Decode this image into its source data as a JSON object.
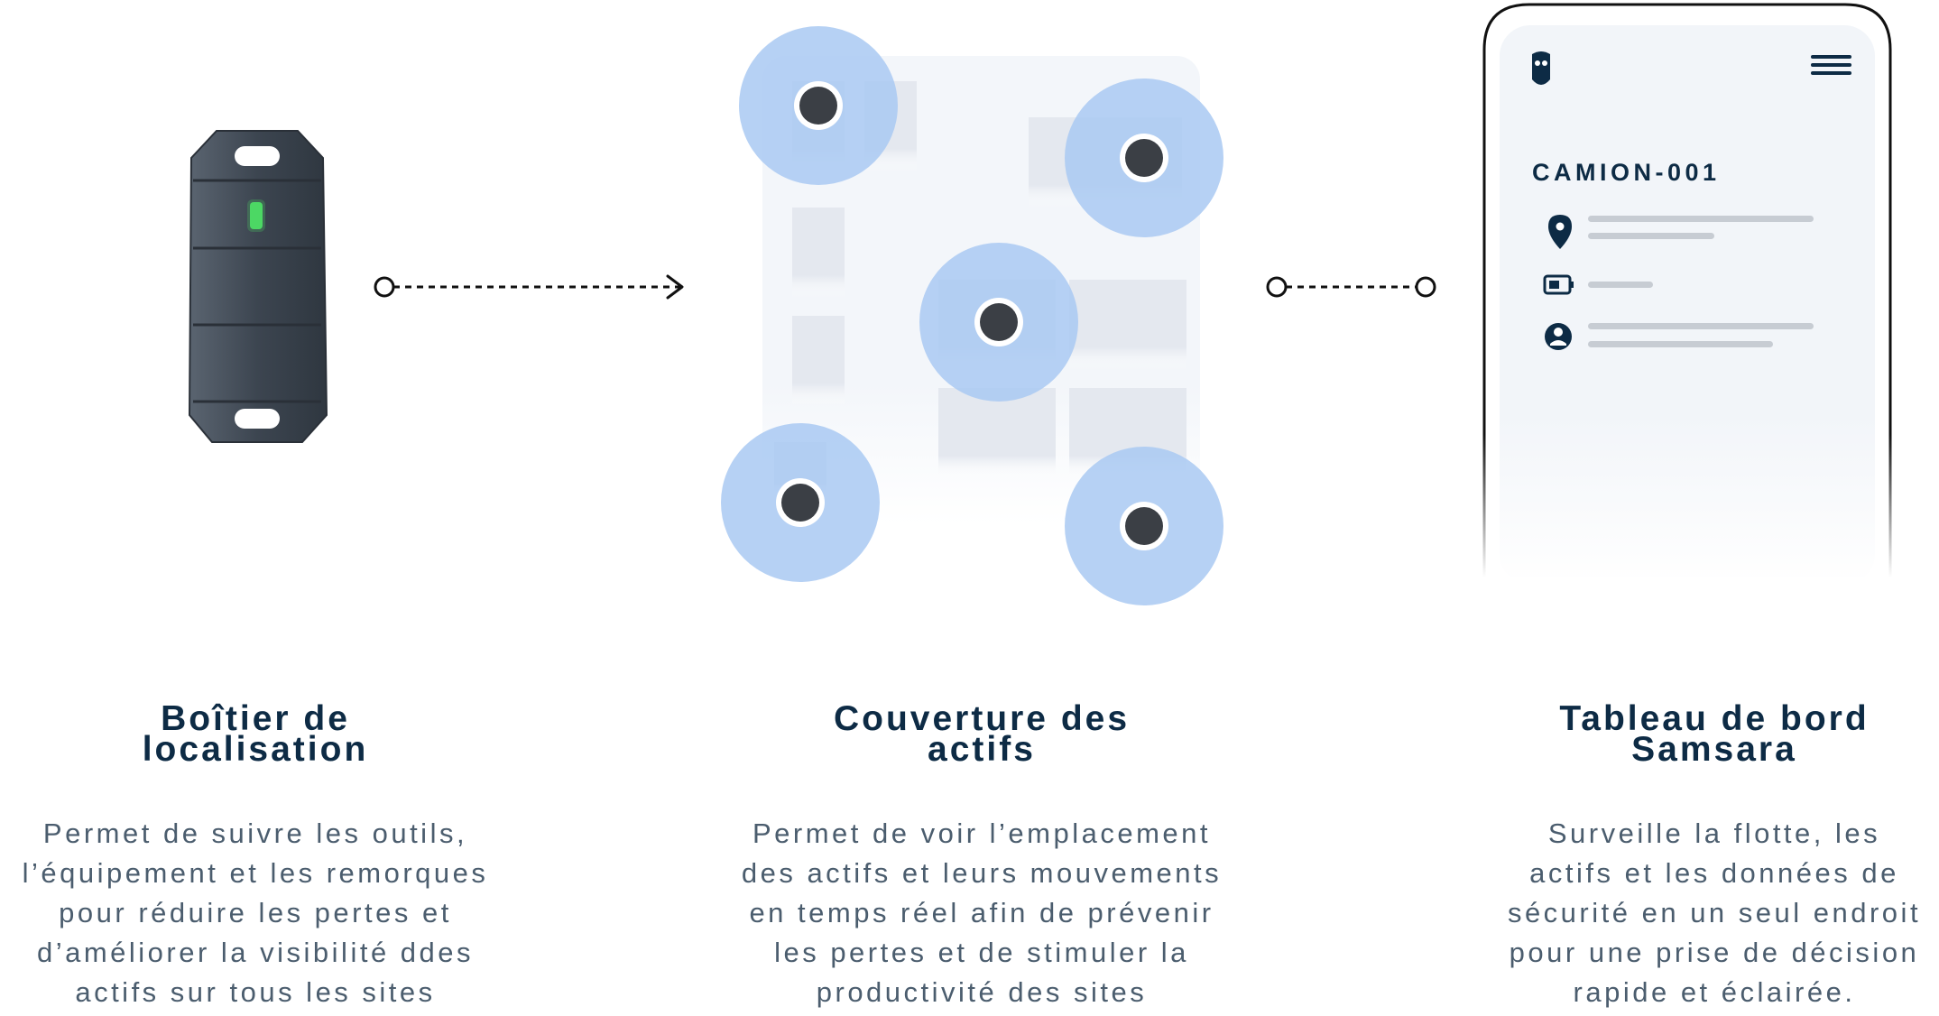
{
  "phone": {
    "asset_id": "CAMION-001",
    "icons": [
      "samsara-owl-logo-icon",
      "menu-icon",
      "location-pin-icon",
      "battery-icon",
      "user-icon"
    ]
  },
  "columns": [
    {
      "title_lines": [
        "Boîtier de",
        "localisation"
      ],
      "desc_lines": [
        "Permet de suivre les outils,",
        "l’équipement et les remorques",
        "pour réduire les pertes et",
        "d’améliorer la visibilité ddes",
        "actifs sur tous les sites"
      ]
    },
    {
      "title_lines": [
        "Couverture des",
        "actifs"
      ],
      "desc_lines": [
        "Permet de voir l’emplacement",
        "des actifs et leurs mouvements",
        "en temps réel afin de prévenir",
        "les pertes et de stimuler la",
        "productivité des sites"
      ]
    },
    {
      "title_lines": [
        "Tableau de bord",
        "Samsara"
      ],
      "desc_lines": [
        "Surveille la flotte, les",
        "actifs et les données de",
        "sécurité en un seul endroit",
        "pour une prise de décision",
        "rapide et éclairée."
      ]
    }
  ],
  "colors": {
    "navy": "#0d2b45",
    "body_text": "#4b5d6e",
    "coverage_blue": "#a9c9f2",
    "led_green": "#4cd964",
    "device_body": "#3e4752"
  }
}
